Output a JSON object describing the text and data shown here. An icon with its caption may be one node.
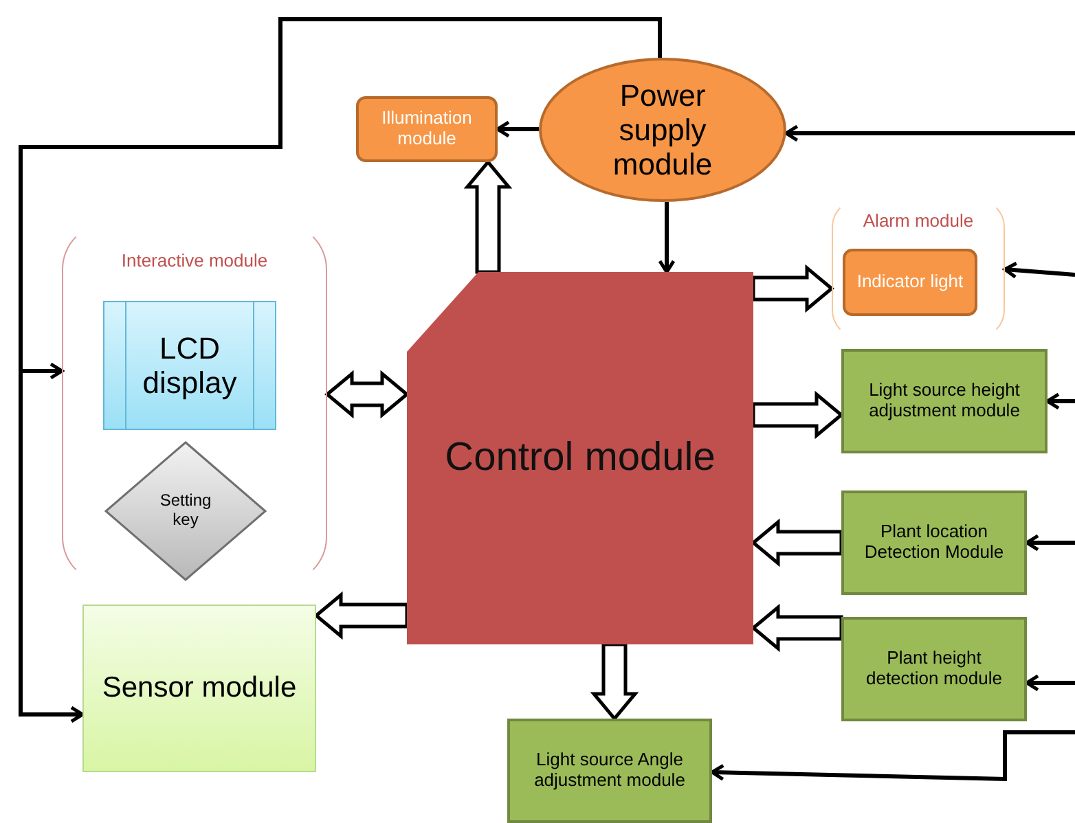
{
  "diagram": {
    "nodes": [
      {
        "text": [
          "Power supply module"
        ]
      },
      {
        "text": [
          "Illumination module"
        ]
      },
      {
        "text": [
          "Interactive module"
        ]
      },
      {
        "text": [
          "LCD display"
        ],
        "in": 2
      },
      {
        "text": [
          "Setting key"
        ],
        "in": 2
      },
      {
        "text": [
          "Alarm module"
        ]
      },
      {
        "text": [
          "Indicator light"
        ],
        "in": 5
      },
      {
        "text": [
          "Control module"
        ]
      },
      {
        "text": [
          "Sensor module"
        ]
      },
      {
        "text": [
          "Light source height adjustment module"
        ]
      },
      {
        "text": [
          "Plant location Detection Module"
        ]
      },
      {
        "text": [
          "Plant height detection module"
        ]
      },
      {
        "text": [
          "Light source Angle adjustment module"
        ]
      }
    ],
    "edges": [
      {
        "from": 0,
        "to": 1,
        "arrow": "to"
      },
      {
        "from": 0,
        "to": 7,
        "arrow": "to"
      },
      {
        "from": null,
        "to": 0,
        "arrow": "to"
      },
      {
        "from": 0,
        "to": 2,
        "arrow": "to"
      },
      {
        "from": 0,
        "to": 8,
        "arrow": "to"
      },
      {
        "from": null,
        "to": 5,
        "arrow": "to"
      },
      {
        "from": null,
        "to": 9,
        "arrow": "to"
      },
      {
        "from": null,
        "to": 10,
        "arrow": "to"
      },
      {
        "from": null,
        "to": 11,
        "arrow": "to"
      },
      {
        "from": null,
        "to": 12,
        "arrow": "to"
      },
      {
        "from": 7,
        "to": 1,
        "arrow": "to",
        "style": "thick"
      },
      {
        "from": 2,
        "to": 7,
        "arrow": "both",
        "style": "thick"
      },
      {
        "from": 7,
        "to": 5,
        "arrow": "to",
        "style": "thick"
      },
      {
        "from": 7,
        "to": 9,
        "arrow": "to",
        "style": "thick"
      },
      {
        "from": 10,
        "to": 7,
        "arrow": "to",
        "style": "thick"
      },
      {
        "from": 11,
        "to": 7,
        "arrow": "to",
        "style": "thick"
      },
      {
        "from": 7,
        "to": 8,
        "arrow": "to",
        "style": "thick"
      },
      {
        "from": 7,
        "to": 12,
        "arrow": "to",
        "style": "thick"
      }
    ]
  }
}
